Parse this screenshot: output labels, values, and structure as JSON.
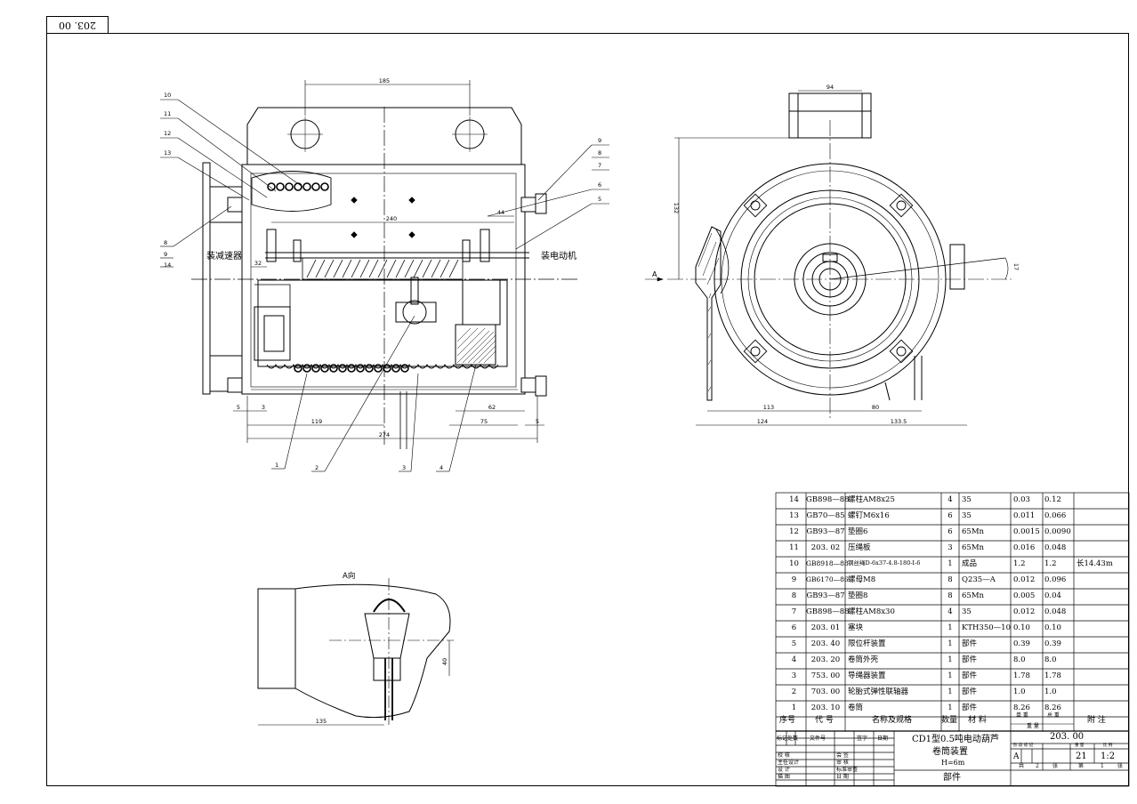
{
  "drawing_code_rotated": "203. 00",
  "labels": {
    "gearbox_side": "装减速器",
    "motor_side": "装电动机",
    "view_a": "A向",
    "arrow_a": "A"
  },
  "balloons": {
    "front_left": [
      "10",
      "11",
      "12",
      "13",
      "8",
      "9",
      "14"
    ],
    "front_right": [
      "9",
      "8",
      "7",
      "6",
      "5"
    ],
    "bottom": [
      "1",
      "2",
      "3",
      "4"
    ]
  },
  "dimensions": {
    "front": [
      "185",
      "240",
      "44",
      "32",
      "5",
      "3",
      "119",
      "274",
      "62",
      "75",
      "5"
    ],
    "side": [
      "94",
      "132",
      "113",
      "80",
      "124",
      "133.5",
      "17"
    ],
    "view_a": [
      "40",
      "135"
    ]
  },
  "bom": {
    "headers": {
      "no": "序号",
      "code": "代 号",
      "name": "名称及规格",
      "qty": "数量",
      "material": "材  料",
      "unit_w": "单 重",
      "total_w": "总 重",
      "weight": "重   量",
      "remark": "附  注"
    },
    "rows": [
      {
        "no": "14",
        "code": "GB898—88",
        "name": "螺柱AM8x25",
        "qty": "4",
        "mat": "35",
        "uw": "0.03",
        "tw": "0.12",
        "rem": ""
      },
      {
        "no": "13",
        "code": "GB70—85",
        "name": "螺钉M6x16",
        "qty": "6",
        "mat": "35",
        "uw": "0.011",
        "tw": "0.066",
        "rem": ""
      },
      {
        "no": "12",
        "code": "GB93—87",
        "name": "垫圈6",
        "qty": "6",
        "mat": "65Mn",
        "uw": "0.0015",
        "tw": "0.0090",
        "rem": ""
      },
      {
        "no": "11",
        "code": "203. 02",
        "name": "压绳板",
        "qty": "3",
        "mat": "65Mn",
        "uw": "0.016",
        "tw": "0.048",
        "rem": ""
      },
      {
        "no": "10",
        "code": "GB8918—88",
        "name": "钢丝绳D-6x37-4.8-180-I-6",
        "qty": "1",
        "mat": "成品",
        "uw": "1.2",
        "tw": "1.2",
        "rem": "长14.43m"
      },
      {
        "no": "9",
        "code": "GB6170—86",
        "name": "螺母M8",
        "qty": "8",
        "mat": "Q235—A",
        "uw": "0.012",
        "tw": "0.096",
        "rem": ""
      },
      {
        "no": "8",
        "code": "GB93—87",
        "name": "垫圈8",
        "qty": "8",
        "mat": "65Mn",
        "uw": "0.005",
        "tw": "0.04",
        "rem": ""
      },
      {
        "no": "7",
        "code": "GB898—88",
        "name": "螺柱AM8x30",
        "qty": "4",
        "mat": "35",
        "uw": "0.012",
        "tw": "0.048",
        "rem": ""
      },
      {
        "no": "6",
        "code": "203. 01",
        "name": "塞块",
        "qty": "1",
        "mat": "KTH350—10",
        "uw": "0.10",
        "tw": "0.10",
        "rem": ""
      },
      {
        "no": "5",
        "code": "203. 40",
        "name": "限位杆装置",
        "qty": "1",
        "mat": "部件",
        "uw": "0.39",
        "tw": "0.39",
        "rem": ""
      },
      {
        "no": "4",
        "code": "203. 20",
        "name": "卷筒外壳",
        "qty": "1",
        "mat": "部件",
        "uw": "8.0",
        "tw": "8.0",
        "rem": ""
      },
      {
        "no": "3",
        "code": "753. 00",
        "name": "导绳器装置",
        "qty": "1",
        "mat": "部件",
        "uw": "1.78",
        "tw": "1.78",
        "rem": ""
      },
      {
        "no": "2",
        "code": "703. 00",
        "name": "轮胎式弹性联轴器",
        "qty": "1",
        "mat": "部件",
        "uw": "1.0",
        "tw": "1.0",
        "rem": ""
      },
      {
        "no": "1",
        "code": "203. 10",
        "name": "卷筒",
        "qty": "1",
        "mat": "部件",
        "uw": "8.26",
        "tw": "8.26",
        "rem": ""
      }
    ]
  },
  "title_block": {
    "left_headers": [
      "标记",
      "处数",
      "文件号",
      "签字",
      "日期"
    ],
    "roles_left": [
      "校  核",
      "主任设计",
      "设  计",
      "描  图"
    ],
    "roles_right": [
      "会  签",
      "审  核",
      "标准审查",
      "日  期"
    ],
    "title_line1": "CD1型0.5吨电动葫芦",
    "title_line2": "卷筒装置",
    "title_line3": "H=6m",
    "category": "部件",
    "drawing_no": "203. 00",
    "stage_headers": [
      "阶 段 标 记",
      "重 量",
      "比 例"
    ],
    "stage": "A",
    "weight": "21",
    "scale": "1:2",
    "sheets_total_label": "共",
    "sheets_total": "2",
    "sheet_no_label": "第",
    "sheet_no": "1",
    "sheet_unit": "张"
  }
}
